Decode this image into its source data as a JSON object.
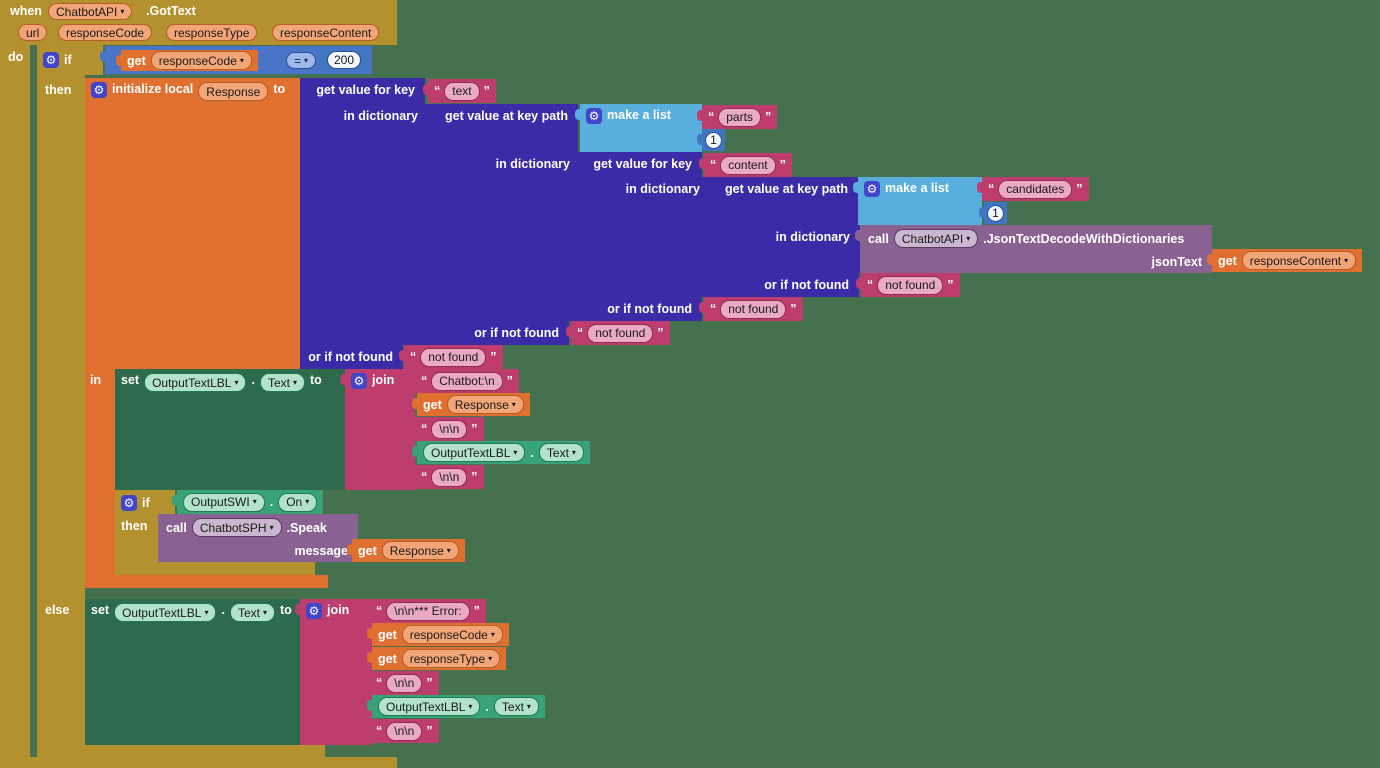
{
  "canvas": {
    "background": "#46714f"
  },
  "glyphs": {
    "gear": "⚙",
    "dropdown": "▾",
    "quote_open": "“",
    "quote_close": "”"
  },
  "labels": {
    "when": "when",
    "do": "do",
    "if": "if",
    "then": "then",
    "else": "else",
    "to": "to",
    "in": "in",
    "set": "set",
    "get": "get",
    "call": "call",
    "join": "join",
    "dot": ".",
    "equals": "=",
    "initialize_local": "initialize local",
    "get_value_for_key": "get value for key",
    "get_value_at_key_path": "get value at key path",
    "in_dictionary": "in dictionary",
    "or_if_not_found": "or if not found",
    "make_a_list": "make a list"
  },
  "when_event": {
    "component": "ChatbotAPI",
    "event": ".GotText",
    "params": [
      "url",
      "responseCode",
      "responseType",
      "responseContent"
    ]
  },
  "condition_value": "200",
  "local_variable": "Response",
  "strings": {
    "text": "text",
    "parts": "parts",
    "one": "1",
    "content": "content",
    "candidates": "candidates",
    "not_found": "not found",
    "chatbot_prefix": "Chatbot:\\n",
    "newlines": "\\n\\n",
    "error_prefix": "\\n\\n*** Error:"
  },
  "variables": {
    "response_code": "responseCode",
    "response_type": "responseType",
    "response_content": "responseContent",
    "response": "Response"
  },
  "methods": {
    "decode": {
      "component": "ChatbotAPI",
      "method": ".JsonTextDecodeWithDictionaries",
      "param": "jsonText"
    },
    "speak": {
      "component": "ChatbotSPH",
      "method": ".Speak",
      "param": "message"
    }
  },
  "components": {
    "output_label": {
      "name": "OutputTextLBL",
      "property": "Text"
    },
    "output_switch": {
      "name": "OutputSWI",
      "property": "On"
    }
  },
  "colors": {
    "event_control_gold": "#b3912e",
    "variable_orange": "#df7030",
    "dictionary_indigo": "#3b2ba6",
    "text_crimson": "#bc3d6e",
    "list_blue": "#58aedd",
    "logic_blue": "#4a74c8",
    "math_blue": "#4076c0",
    "setter_green": "#2e6a4c",
    "getter_green": "#38a377",
    "component_purple": "#8a6292",
    "canvas_green": "#46714f",
    "gear_indigo": "#4244c9"
  }
}
